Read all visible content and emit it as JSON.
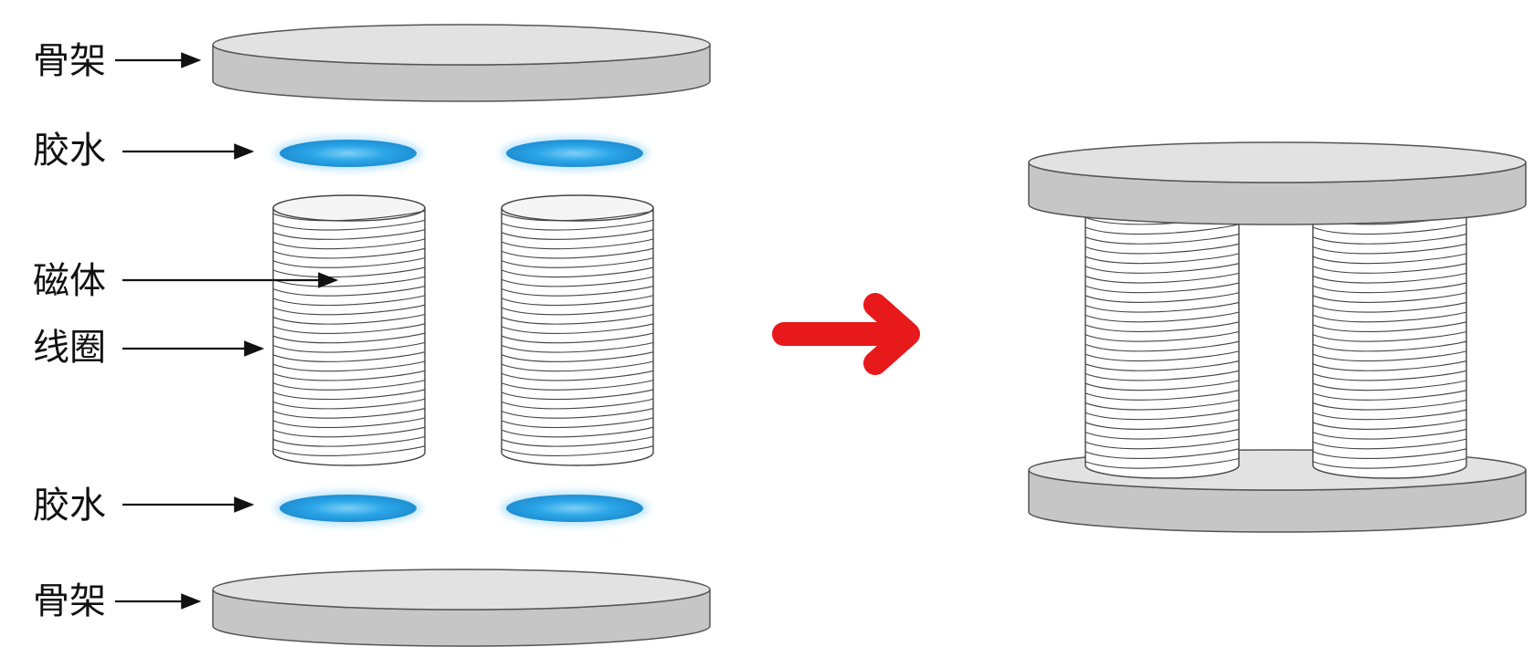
{
  "labels": {
    "top_frame": "骨架",
    "top_glue": "胶水",
    "magnet": "磁体",
    "coil": "线圈",
    "bottom_glue": "胶水",
    "bottom_frame": "骨架"
  },
  "colors": {
    "disc_top": "#e2e2e2",
    "disc_side": "#c6c6c6",
    "disc_stroke": "#555555",
    "glue": "#2aa6e8",
    "glue_glow": "#bfe6fb",
    "coil_fill": "#ffffff",
    "coil_line": "#444444",
    "arrow_red": "#e8191a",
    "pointer": "#111111"
  }
}
